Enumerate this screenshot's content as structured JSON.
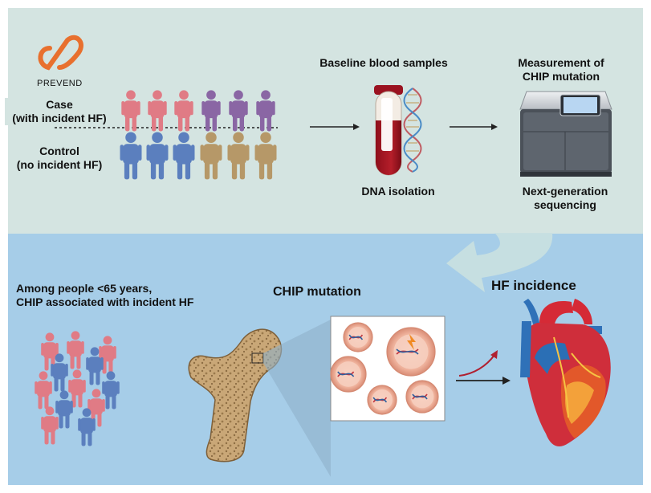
{
  "top_panel": {
    "logo_text": "PREVEND",
    "case_label": "Case\n(with incident HF)",
    "control_label": "Control\n(no incident HF)",
    "blood_samples_label": "Baseline blood samples",
    "dna_isolation_label": "DNA isolation",
    "measurement_label": "Measurement of\nCHIP mutation",
    "sequencing_label": "Next-generation\nsequencing"
  },
  "bottom_panel": {
    "finding_label": "Among people <65 years,\nCHIP associated with incident HF",
    "chip_mutation_label": "CHIP mutation",
    "hf_incidence_label": "HF incidence"
  },
  "colors": {
    "top_bg": "#d4e4e1",
    "bottom_bg": "#a6cde8",
    "case_pink": "#e07b85",
    "case_purple": "#8a66a4",
    "control_blue": "#5b7fbe",
    "control_tan": "#b69868",
    "logo_orange": "#e8702e"
  }
}
